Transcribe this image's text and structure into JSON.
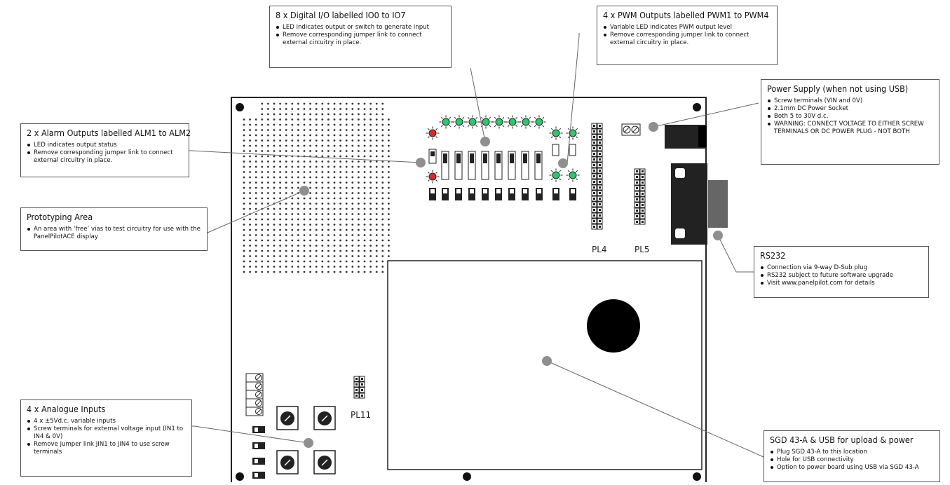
{
  "callouts": {
    "digital_io": {
      "title": "8 x Digital I/O labelled IO0 to IO7",
      "bullets": [
        "LED indicates output or switch to generate input",
        "Remove corresponding jumper link to connect external circuitry in place."
      ]
    },
    "pwm": {
      "title": "4 x PWM Outputs labelled PWM1 to PWM4",
      "bullets": [
        "Variable LED indicates PWM output level",
        "Remove corresponding jumper link to connect external circuitry in place."
      ]
    },
    "power": {
      "title": "Power Supply (when not using USB)",
      "bullets": [
        "Screw terminals (VIN and 0V)",
        "2.1mm DC Power Socket",
        "Both 5 to 30V d.c.",
        "WARNING: CONNECT VOLTAGE TO EITHER SCREW TERMINALS OR DC POWER PLUG - NOT BOTH"
      ]
    },
    "alarm": {
      "title": "2 x Alarm Outputs labelled ALM1 to ALM2",
      "bullets": [
        "LED indicates output status",
        "Remove corresponding jumper link to connect external circuitry in place."
      ]
    },
    "proto": {
      "title": "Prototyping Area",
      "bullets": [
        "An area with ‘free’ vias to test circuitry for use with the PanelPilotACE display"
      ]
    },
    "rs232": {
      "title": "RS232",
      "bullets": [
        "Connection via 9-way D-Sub plug",
        "RS232 subject to future software upgrade",
        "Visit www.panelpilot.com for details"
      ]
    },
    "analogue": {
      "title": "4 x Analogue Inputs",
      "bullets": [
        "4 x ±5Vd.c. variable inputs",
        "Screw terminals for external voltage input (IN1 to IN4 & 0V)",
        "Remove jumper link JIN1 to JIN4 to use screw terminals"
      ]
    },
    "sgd": {
      "title": "SGD 43-A & USB for upload & power",
      "bullets": [
        "Plug SGD 43-A to this location",
        "Hole for USB connectivity",
        "Option to power board using USB via SGD 43-A"
      ]
    }
  },
  "board_labels": {
    "pl4": "PL4",
    "pl5": "PL5",
    "pl11": "PL11"
  },
  "colors": {
    "led_green": "#2ec66e",
    "led_red": "#d92b2b",
    "marker_grey": "#8f8f8f"
  }
}
